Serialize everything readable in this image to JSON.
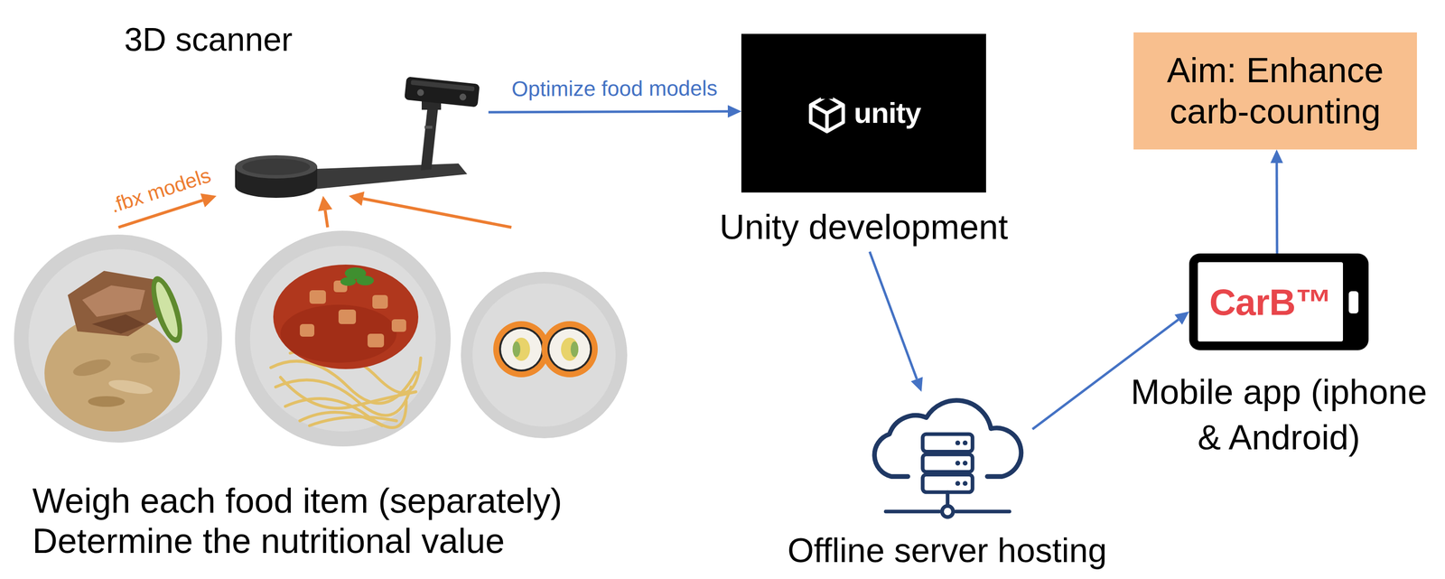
{
  "diagram": {
    "nodes": [
      {
        "text": [
          "3D scanner"
        ]
      },
      {
        "text": [
          "Weigh each food item (separately)",
          "Determine the nutritional value"
        ]
      },
      {
        "text": [
          "unity",
          "Unity development"
        ]
      },
      {
        "text": [
          "Offline server hosting"
        ]
      },
      {
        "text": [
          "CarB™",
          "Mobile app (iphone & Android)"
        ]
      },
      {
        "text": [
          "Aim: Enhance carb-counting"
        ]
      }
    ],
    "edges": [
      {
        "from": 1,
        "to": 0,
        "label": ".fbx models",
        "arrow": "to"
      },
      {
        "from": 1,
        "to": 0,
        "arrow": "to"
      },
      {
        "from": 1,
        "to": 0,
        "arrow": "to"
      },
      {
        "from": 0,
        "to": 2,
        "label": "Optimize food models",
        "arrow": "to"
      },
      {
        "from": 2,
        "to": 3,
        "arrow": "to"
      },
      {
        "from": 3,
        "to": 4,
        "arrow": "to"
      },
      {
        "from": 4,
        "to": 5,
        "arrow": "to"
      }
    ]
  }
}
